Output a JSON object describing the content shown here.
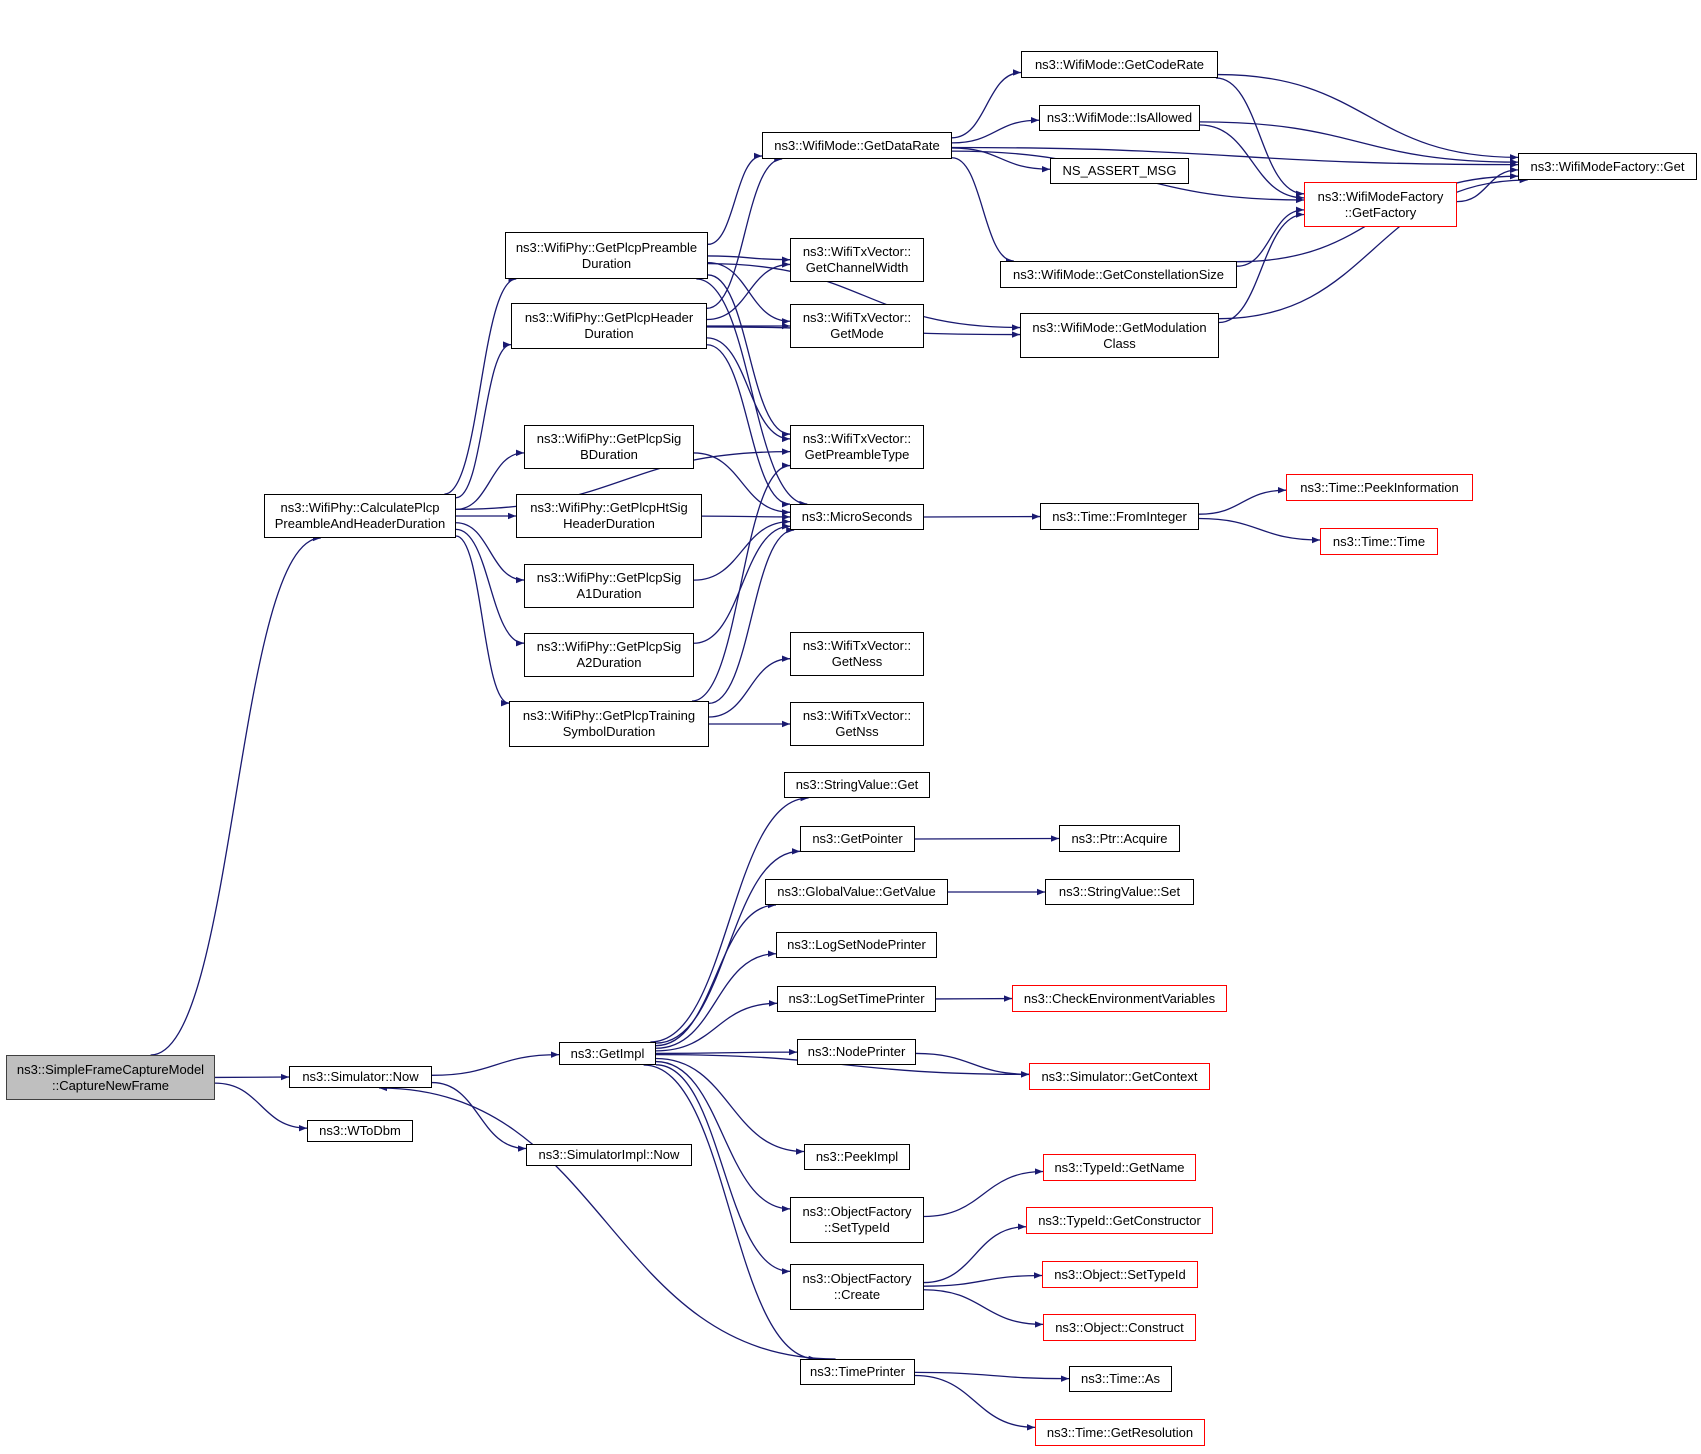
{
  "colors": {
    "edge": "#191970",
    "border": "#000000",
    "red_border": "#ff0000",
    "root_fill": "#bfbfbf"
  },
  "nodes": [
    {
      "id": "root",
      "lines": [
        "ns3::SimpleFrameCaptureModel",
        "::CaptureNewFrame"
      ],
      "style": "root"
    },
    {
      "id": "calc",
      "lines": [
        "ns3::WifiPhy::CalculatePlcp",
        "PreambleAndHeaderDuration"
      ]
    },
    {
      "id": "now",
      "lines": [
        "ns3::Simulator::Now"
      ]
    },
    {
      "id": "wtodbm",
      "lines": [
        "ns3::WToDbm"
      ]
    },
    {
      "id": "preamble",
      "lines": [
        "ns3::WifiPhy::GetPlcpPreamble",
        "Duration"
      ]
    },
    {
      "id": "header",
      "lines": [
        "ns3::WifiPhy::GetPlcpHeader",
        "Duration"
      ]
    },
    {
      "id": "sigb",
      "lines": [
        "ns3::WifiPhy::GetPlcpSig",
        "BDuration"
      ]
    },
    {
      "id": "htsig",
      "lines": [
        "ns3::WifiPhy::GetPlcpHtSig",
        "HeaderDuration"
      ]
    },
    {
      "id": "siga1",
      "lines": [
        "ns3::WifiPhy::GetPlcpSig",
        "A1Duration"
      ]
    },
    {
      "id": "siga2",
      "lines": [
        "ns3::WifiPhy::GetPlcpSig",
        "A2Duration"
      ]
    },
    {
      "id": "training",
      "lines": [
        "ns3::WifiPhy::GetPlcpTraining",
        "SymbolDuration"
      ]
    },
    {
      "id": "getimpl",
      "lines": [
        "ns3::GetImpl"
      ]
    },
    {
      "id": "simimplnow",
      "lines": [
        "ns3::SimulatorImpl::Now"
      ]
    },
    {
      "id": "datarate",
      "lines": [
        "ns3::WifiMode::GetDataRate"
      ]
    },
    {
      "id": "chwidth",
      "lines": [
        "ns3::WifiTxVector::",
        "GetChannelWidth"
      ]
    },
    {
      "id": "getmode",
      "lines": [
        "ns3::WifiTxVector::",
        "GetMode"
      ]
    },
    {
      "id": "pretype",
      "lines": [
        "ns3::WifiTxVector::",
        "GetPreambleType"
      ]
    },
    {
      "id": "micro",
      "lines": [
        "ns3::MicroSeconds"
      ]
    },
    {
      "id": "getness",
      "lines": [
        "ns3::WifiTxVector::",
        "GetNess"
      ]
    },
    {
      "id": "getnss",
      "lines": [
        "ns3::WifiTxVector::",
        "GetNss"
      ]
    },
    {
      "id": "svget",
      "lines": [
        "ns3::StringValue::Get"
      ]
    },
    {
      "id": "getpointer",
      "lines": [
        "ns3::GetPointer"
      ]
    },
    {
      "id": "gvgetvalue",
      "lines": [
        "ns3::GlobalValue::GetValue"
      ]
    },
    {
      "id": "lognode",
      "lines": [
        "ns3::LogSetNodePrinter"
      ]
    },
    {
      "id": "logtime",
      "lines": [
        "ns3::LogSetTimePrinter"
      ]
    },
    {
      "id": "nodeprinter",
      "lines": [
        "ns3::NodePrinter"
      ]
    },
    {
      "id": "peekimpl",
      "lines": [
        "ns3::PeekImpl"
      ]
    },
    {
      "id": "ofsettype",
      "lines": [
        "ns3::ObjectFactory",
        "::SetTypeId"
      ]
    },
    {
      "id": "ofcreate",
      "lines": [
        "ns3::ObjectFactory",
        "::Create"
      ]
    },
    {
      "id": "timeprinter",
      "lines": [
        "ns3::TimePrinter"
      ]
    },
    {
      "id": "coderate",
      "lines": [
        "ns3::WifiMode::GetCodeRate"
      ]
    },
    {
      "id": "isallowed",
      "lines": [
        "ns3::WifiMode::IsAllowed"
      ]
    },
    {
      "id": "assert",
      "lines": [
        "NS_ASSERT_MSG"
      ]
    },
    {
      "id": "constsize",
      "lines": [
        "ns3::WifiMode::GetConstellationSize"
      ]
    },
    {
      "id": "modclass",
      "lines": [
        "ns3::WifiMode::GetModulation",
        "Class"
      ]
    },
    {
      "id": "frominteger",
      "lines": [
        "ns3::Time::FromInteger"
      ]
    },
    {
      "id": "ptracquire",
      "lines": [
        "ns3::Ptr::Acquire"
      ]
    },
    {
      "id": "svset",
      "lines": [
        "ns3::StringValue::Set"
      ]
    },
    {
      "id": "checkenv",
      "lines": [
        "ns3::CheckEnvironmentVariables"
      ],
      "style": "red"
    },
    {
      "id": "getcontext",
      "lines": [
        "ns3::Simulator::GetContext"
      ],
      "style": "red"
    },
    {
      "id": "getname",
      "lines": [
        "ns3::TypeId::GetName"
      ],
      "style": "red"
    },
    {
      "id": "getctor",
      "lines": [
        "ns3::TypeId::GetConstructor"
      ],
      "style": "red"
    },
    {
      "id": "objsettype",
      "lines": [
        "ns3::Object::SetTypeId"
      ],
      "style": "red"
    },
    {
      "id": "objconstruct",
      "lines": [
        "ns3::Object::Construct"
      ],
      "style": "red"
    },
    {
      "id": "timeas",
      "lines": [
        "ns3::Time::As"
      ]
    },
    {
      "id": "getres",
      "lines": [
        "ns3::Time::GetResolution"
      ],
      "style": "red"
    },
    {
      "id": "wmfgetfactory",
      "lines": [
        "ns3::WifiModeFactory",
        "::GetFactory"
      ],
      "style": "red"
    },
    {
      "id": "wmfget",
      "lines": [
        "ns3::WifiModeFactory::Get"
      ]
    },
    {
      "id": "peekinfo",
      "lines": [
        "ns3::Time::PeekInformation"
      ],
      "style": "red"
    },
    {
      "id": "timetime",
      "lines": [
        "ns3::Time::Time"
      ],
      "style": "red"
    }
  ],
  "edges": [
    [
      "root",
      "calc"
    ],
    [
      "root",
      "now"
    ],
    [
      "root",
      "wtodbm"
    ],
    [
      "calc",
      "preamble"
    ],
    [
      "calc",
      "header"
    ],
    [
      "calc",
      "sigb"
    ],
    [
      "calc",
      "htsig"
    ],
    [
      "calc",
      "siga1"
    ],
    [
      "calc",
      "siga2"
    ],
    [
      "calc",
      "training"
    ],
    [
      "calc",
      "pretype"
    ],
    [
      "preamble",
      "datarate"
    ],
    [
      "preamble",
      "chwidth"
    ],
    [
      "preamble",
      "getmode"
    ],
    [
      "preamble",
      "pretype"
    ],
    [
      "preamble",
      "micro"
    ],
    [
      "preamble",
      "modclass"
    ],
    [
      "header",
      "datarate"
    ],
    [
      "header",
      "chwidth"
    ],
    [
      "header",
      "getmode"
    ],
    [
      "header",
      "pretype"
    ],
    [
      "header",
      "micro"
    ],
    [
      "header",
      "modclass"
    ],
    [
      "sigb",
      "micro"
    ],
    [
      "htsig",
      "micro"
    ],
    [
      "siga1",
      "micro"
    ],
    [
      "siga2",
      "micro"
    ],
    [
      "training",
      "micro"
    ],
    [
      "training",
      "pretype"
    ],
    [
      "training",
      "getness"
    ],
    [
      "training",
      "getnss"
    ],
    [
      "datarate",
      "coderate"
    ],
    [
      "datarate",
      "isallowed"
    ],
    [
      "datarate",
      "assert"
    ],
    [
      "datarate",
      "constsize"
    ],
    [
      "datarate",
      "wmfgetfactory"
    ],
    [
      "datarate",
      "wmfget"
    ],
    [
      "coderate",
      "wmfgetfactory"
    ],
    [
      "coderate",
      "wmfget"
    ],
    [
      "isallowed",
      "wmfgetfactory"
    ],
    [
      "isallowed",
      "wmfget"
    ],
    [
      "constsize",
      "wmfgetfactory"
    ],
    [
      "constsize",
      "wmfget"
    ],
    [
      "modclass",
      "wmfgetfactory"
    ],
    [
      "modclass",
      "wmfget"
    ],
    [
      "wmfgetfactory",
      "wmfget"
    ],
    [
      "micro",
      "frominteger"
    ],
    [
      "frominteger",
      "peekinfo"
    ],
    [
      "frominteger",
      "timetime"
    ],
    [
      "now",
      "getimpl"
    ],
    [
      "now",
      "simimplnow"
    ],
    [
      "getimpl",
      "svget"
    ],
    [
      "getimpl",
      "getpointer"
    ],
    [
      "getimpl",
      "gvgetvalue"
    ],
    [
      "getimpl",
      "lognode"
    ],
    [
      "getimpl",
      "logtime"
    ],
    [
      "getimpl",
      "nodeprinter"
    ],
    [
      "getimpl",
      "getcontext"
    ],
    [
      "getimpl",
      "peekimpl"
    ],
    [
      "getimpl",
      "ofsettype"
    ],
    [
      "getimpl",
      "ofcreate"
    ],
    [
      "getimpl",
      "timeprinter"
    ],
    [
      "getpointer",
      "ptracquire"
    ],
    [
      "gvgetvalue",
      "svset"
    ],
    [
      "logtime",
      "checkenv"
    ],
    [
      "nodeprinter",
      "getcontext"
    ],
    [
      "ofsettype",
      "getname"
    ],
    [
      "ofcreate",
      "getctor"
    ],
    [
      "ofcreate",
      "objsettype"
    ],
    [
      "ofcreate",
      "objconstruct"
    ],
    [
      "timeprinter",
      "timeas"
    ],
    [
      "timeprinter",
      "getres"
    ],
    [
      "timeprinter",
      "now"
    ]
  ]
}
